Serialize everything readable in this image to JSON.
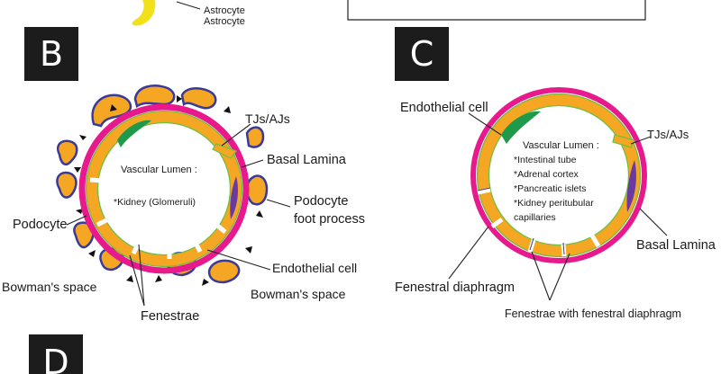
{
  "top_fragment": {
    "label_1": "Astrocyte",
    "label_2": "Astrocyte"
  },
  "panel_b": {
    "letter": "B",
    "lumen_title": "Vascular Lumen :",
    "lumen_example": "*Kidney (Glomeruli)",
    "labels": {
      "tjs_ajs": "TJs/AJs",
      "basal_lamina": "Basal Lamina",
      "podocyte_foot_line1": "Podocyte",
      "podocyte_foot_line2": "foot process",
      "podocyte": "Podocyte",
      "bowmans_space_left": "Bowman's space",
      "endothelial_cell": "Endothelial cell",
      "bowmans_space_right": "Bowman's space",
      "fenestrae": "Fenestrae"
    }
  },
  "panel_c": {
    "letter": "C",
    "lumen_title": "Vascular Lumen :",
    "lumen_items": [
      "*Intestinal tube",
      "*Adrenal cortex",
      "*Pancreatic islets",
      "*Kidney peritubular",
      "capillaries"
    ],
    "labels": {
      "endothelial_cell": "Endothelial cell",
      "tjs_ajs": "TJs/AJs",
      "basal_lamina": "Basal Lamina",
      "fenestral_diaphragm": "Fenestral diaphragm",
      "fenestrae_with_diaphragm": "Fenestrae with fenestral diaphragm"
    }
  },
  "panel_d": {
    "letter": "D"
  },
  "colors": {
    "basal_lamina_ring": "#e8198c",
    "endothelial_fill": "#f5a623",
    "endothelial_outline": "#6fbf44",
    "nucleus": "#1f9a4a",
    "podocyte_outline": "#3a3a9a",
    "podocyte_fill": "#f5a623",
    "purple_nucleus": "#6a3aa0",
    "panel_letter_bg": "#1c1c1c",
    "astrocyte": "#f2e11a"
  }
}
